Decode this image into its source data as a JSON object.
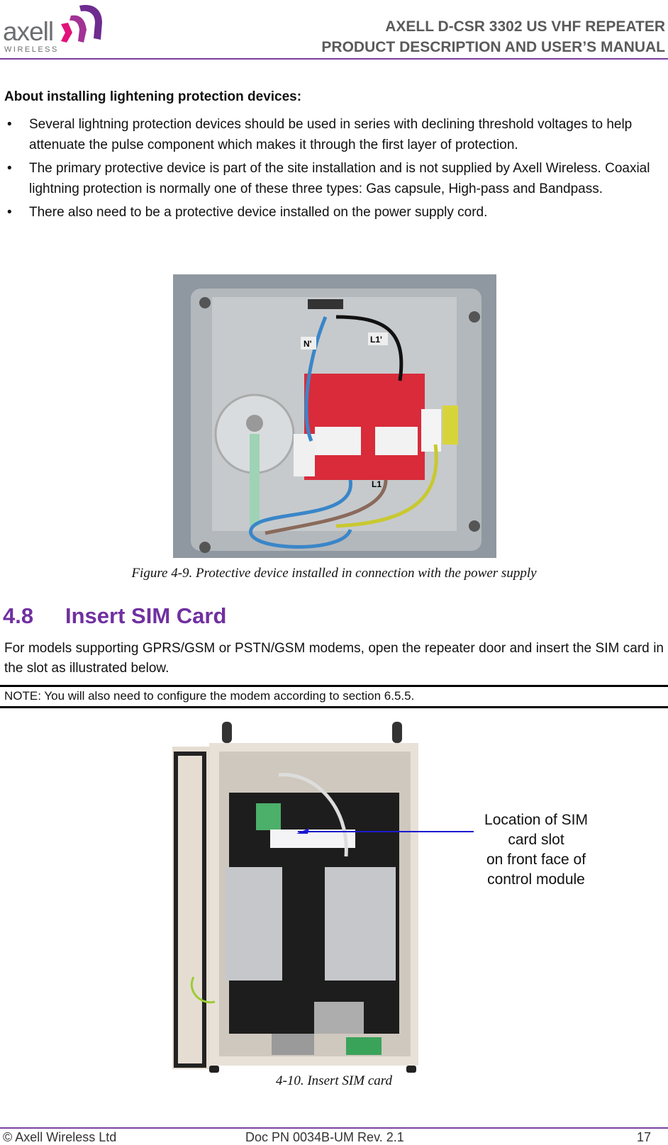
{
  "header": {
    "logo": {
      "word": "axell",
      "sub": "WIRELESS",
      "mark_colors": [
        "#e2127a",
        "#a23396",
        "#6e2c8f"
      ]
    },
    "title_line1": "AXELL D-CSR 3302 US VHF REPEATER",
    "title_line2": "PRODUCT DESCRIPTION AND USER’S MANUAL",
    "rule_color": "#7a3f9d"
  },
  "lightning": {
    "heading": "About installing lightening protection devices:",
    "bullet_glyph": "•",
    "bullets": [
      "Several lightning protection devices should be used in series with declining threshold voltages to help attenuate the pulse component which makes it through the first layer of protection.",
      "The primary protective device is part of the site installation and is not supplied by Axell Wireless. Coaxial lightning protection is normally one of these three types: Gas capsule, High-pass and Bandpass.",
      "There also need to be a protective device installed on the power supply cord."
    ]
  },
  "figure1": {
    "labels": {
      "n_top": "N'",
      "l1_top": "L1'",
      "l1_bottom": "L1"
    },
    "caption": "Figure 4-9. Protective device installed in connection with the power supply"
  },
  "section": {
    "number": "4.8",
    "title": "Insert SIM Card",
    "color": "#7030a0",
    "paragraph": "For models supporting GPRS/GSM or PSTN/GSM modems, open the repeater door and insert the SIM card in the slot as illustrated below.",
    "note": "NOTE: You will also need to configure the modem according to section 6.5.5."
  },
  "figure2": {
    "callout_lines": [
      "Location of SIM",
      "card slot",
      "on front face of",
      "control module"
    ],
    "callout_color": "#1a1ad0",
    "caption": "4-10.  Insert SIM card"
  },
  "footer": {
    "left": "© Axell Wireless Ltd",
    "center": "Doc PN 0034B-UM Rev. 2.1",
    "page": "17"
  }
}
